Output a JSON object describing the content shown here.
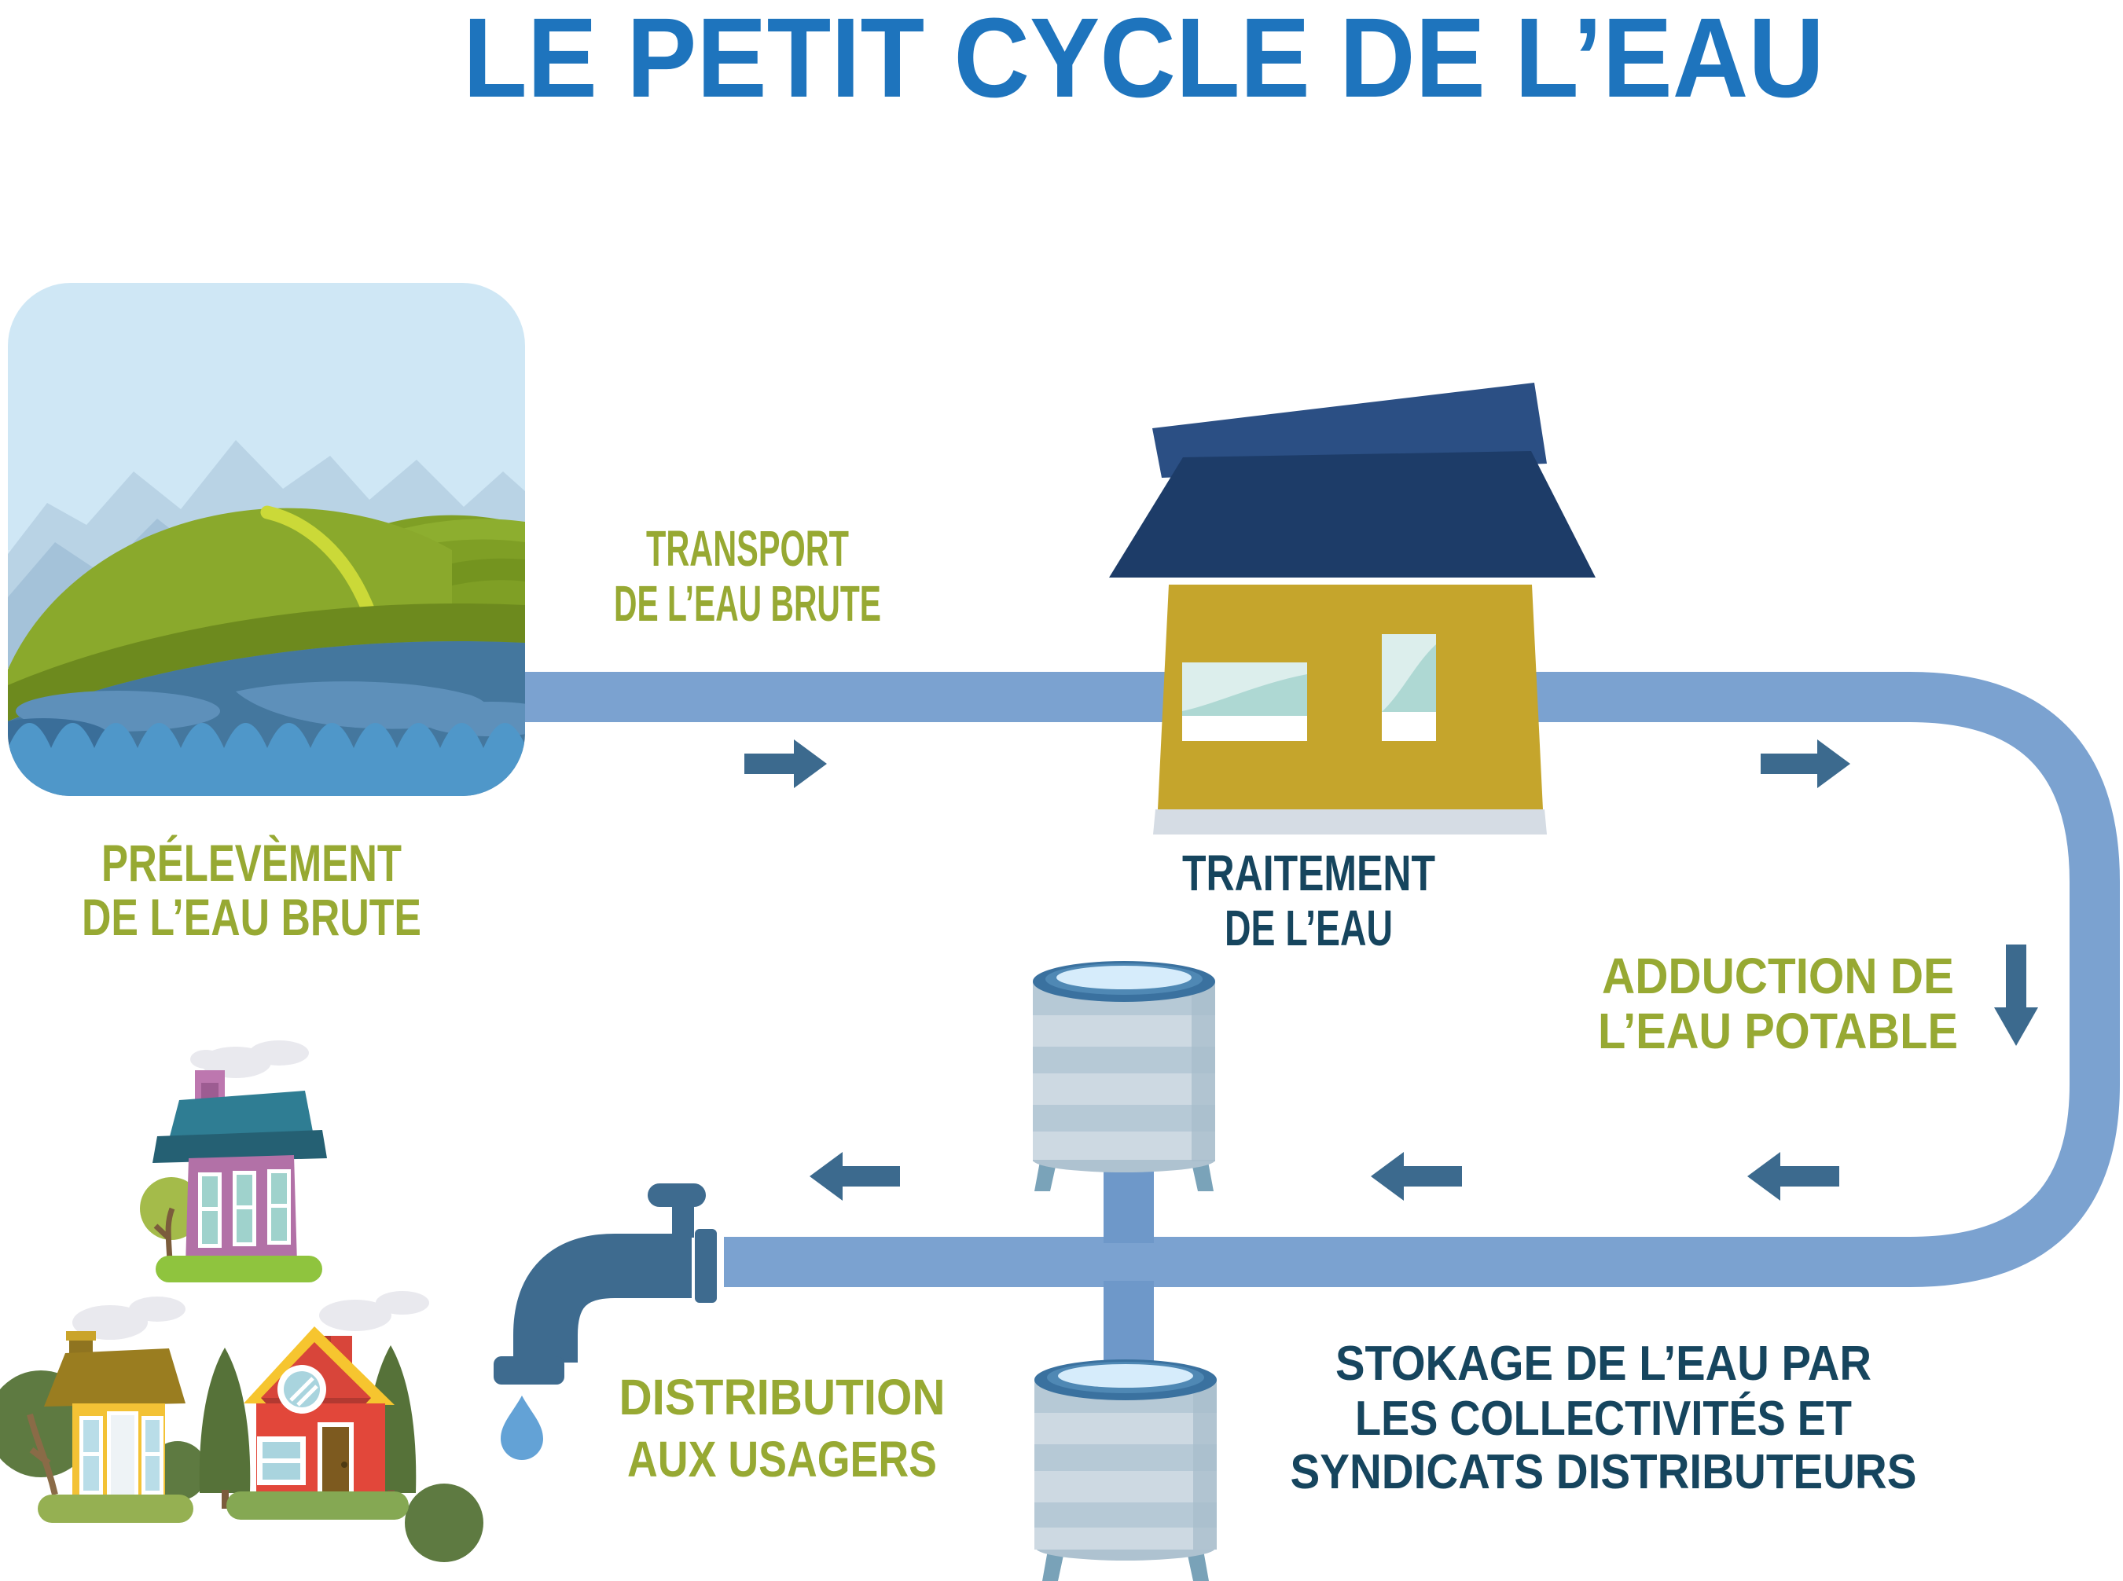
{
  "title": {
    "text": "LE PETIT CYCLE DE L’EAU"
  },
  "labels": {
    "prelevement": {
      "line1": "PRÉLEVÈMENT",
      "line2": "DE L’EAU BRUTE"
    },
    "transport": {
      "line1": "TRANSPORT",
      "line2": "DE L’EAU BRUTE"
    },
    "traitement": {
      "line1": "TRAITEMENT",
      "line2": "DE L’EAU"
    },
    "adduction": {
      "line1": "ADDUCTION DE",
      "line2": "L’EAU POTABLE"
    },
    "stokage": {
      "line1": "STOKAGE DE L’EAU PAR",
      "line2": "LES COLLECTIVITÉS ET",
      "line3": "SYNDICATS DISTRIBUTEURS"
    },
    "distribution": {
      "line1": "DISTRIBUTION",
      "line2": "AUX USAGERS"
    }
  },
  "colors": {
    "title_blue": "#1e74bd",
    "label_green": "#97a933",
    "label_navy": "#16455e",
    "pipe": "#7ba2d0",
    "pipe_connector": "#6e98c9",
    "arrow": "#3c6a8e",
    "faucet": "#3e6b8f",
    "water_drop": "#63a2d6",
    "plant_wall": "#c5a52c",
    "plant_roof": "#1d3c68",
    "plant_roof_top": "#2b4f84",
    "tank_body": "#b6c9d6",
    "tank_stripe": "#cdd9e2",
    "tank_rim": "#3a719f",
    "tank_water": "#d6ecfb"
  }
}
